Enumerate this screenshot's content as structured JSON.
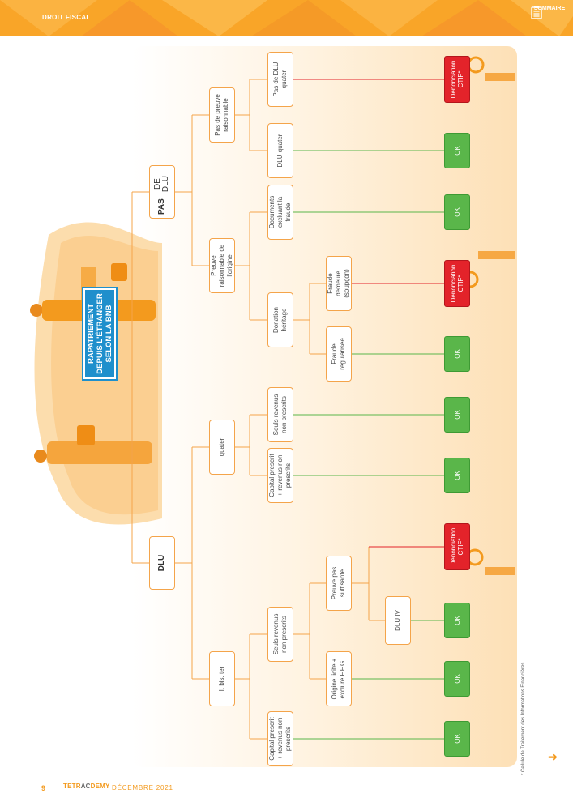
{
  "header": {
    "section": "DROIT FISCAL",
    "sommaire_label": "SOMMAIRE",
    "icon": "clipboard-icon"
  },
  "diagram": {
    "title": "RAPATRIEMENT DEPUIS L'ÉTRANGER SELON LA BNB",
    "root_dlu": "DLU",
    "root_pas_strong": "PAS",
    "root_pas_rest": " DE DLU",
    "n_ibister": "I, bis, ter",
    "n_quater": "quater",
    "n_cap1": "Capital prescrit + revenus non prescrits",
    "n_seuls1": "Seuls revenus non prescrits",
    "n_origine": "Origine licite + exclure F.F.G.",
    "n_preuvepas": "Preuve pas suffisante",
    "n_dluiv": "DLU IV",
    "n_cap2": "Capital prescrit + revenus non prescrits",
    "n_seuls2": "Seuls revenus non prescrits",
    "n_preuveraison": "Preuve raisonnable de l'origine",
    "n_pasdepreuve": "Pas de preuve raisonnable",
    "n_donation": "Donation héritage",
    "n_documents": "Documents excluant la fraude",
    "n_fraudereg": "Fraude régularisée",
    "n_fraudedem": "Fraude demeure (soupçon)",
    "n_dluquater": "DLU quater",
    "n_pasdlu": "Pas de DLU quater",
    "ok": "OK",
    "den": "Dénonciation CTIF*"
  },
  "footnote": "* Cellule de Traitement des Informations Financières",
  "footer": {
    "page": "9",
    "logo_a": "TETR",
    "logo_b": "AC",
    "logo_c": "DEMY",
    "date": "DÉCEMBRE 2021"
  },
  "colors": {
    "brand_orange": "#f9a528",
    "ok_green": "#5ab64a",
    "alert_red": "#e3232a",
    "title_blue": "#1e8fcc"
  }
}
